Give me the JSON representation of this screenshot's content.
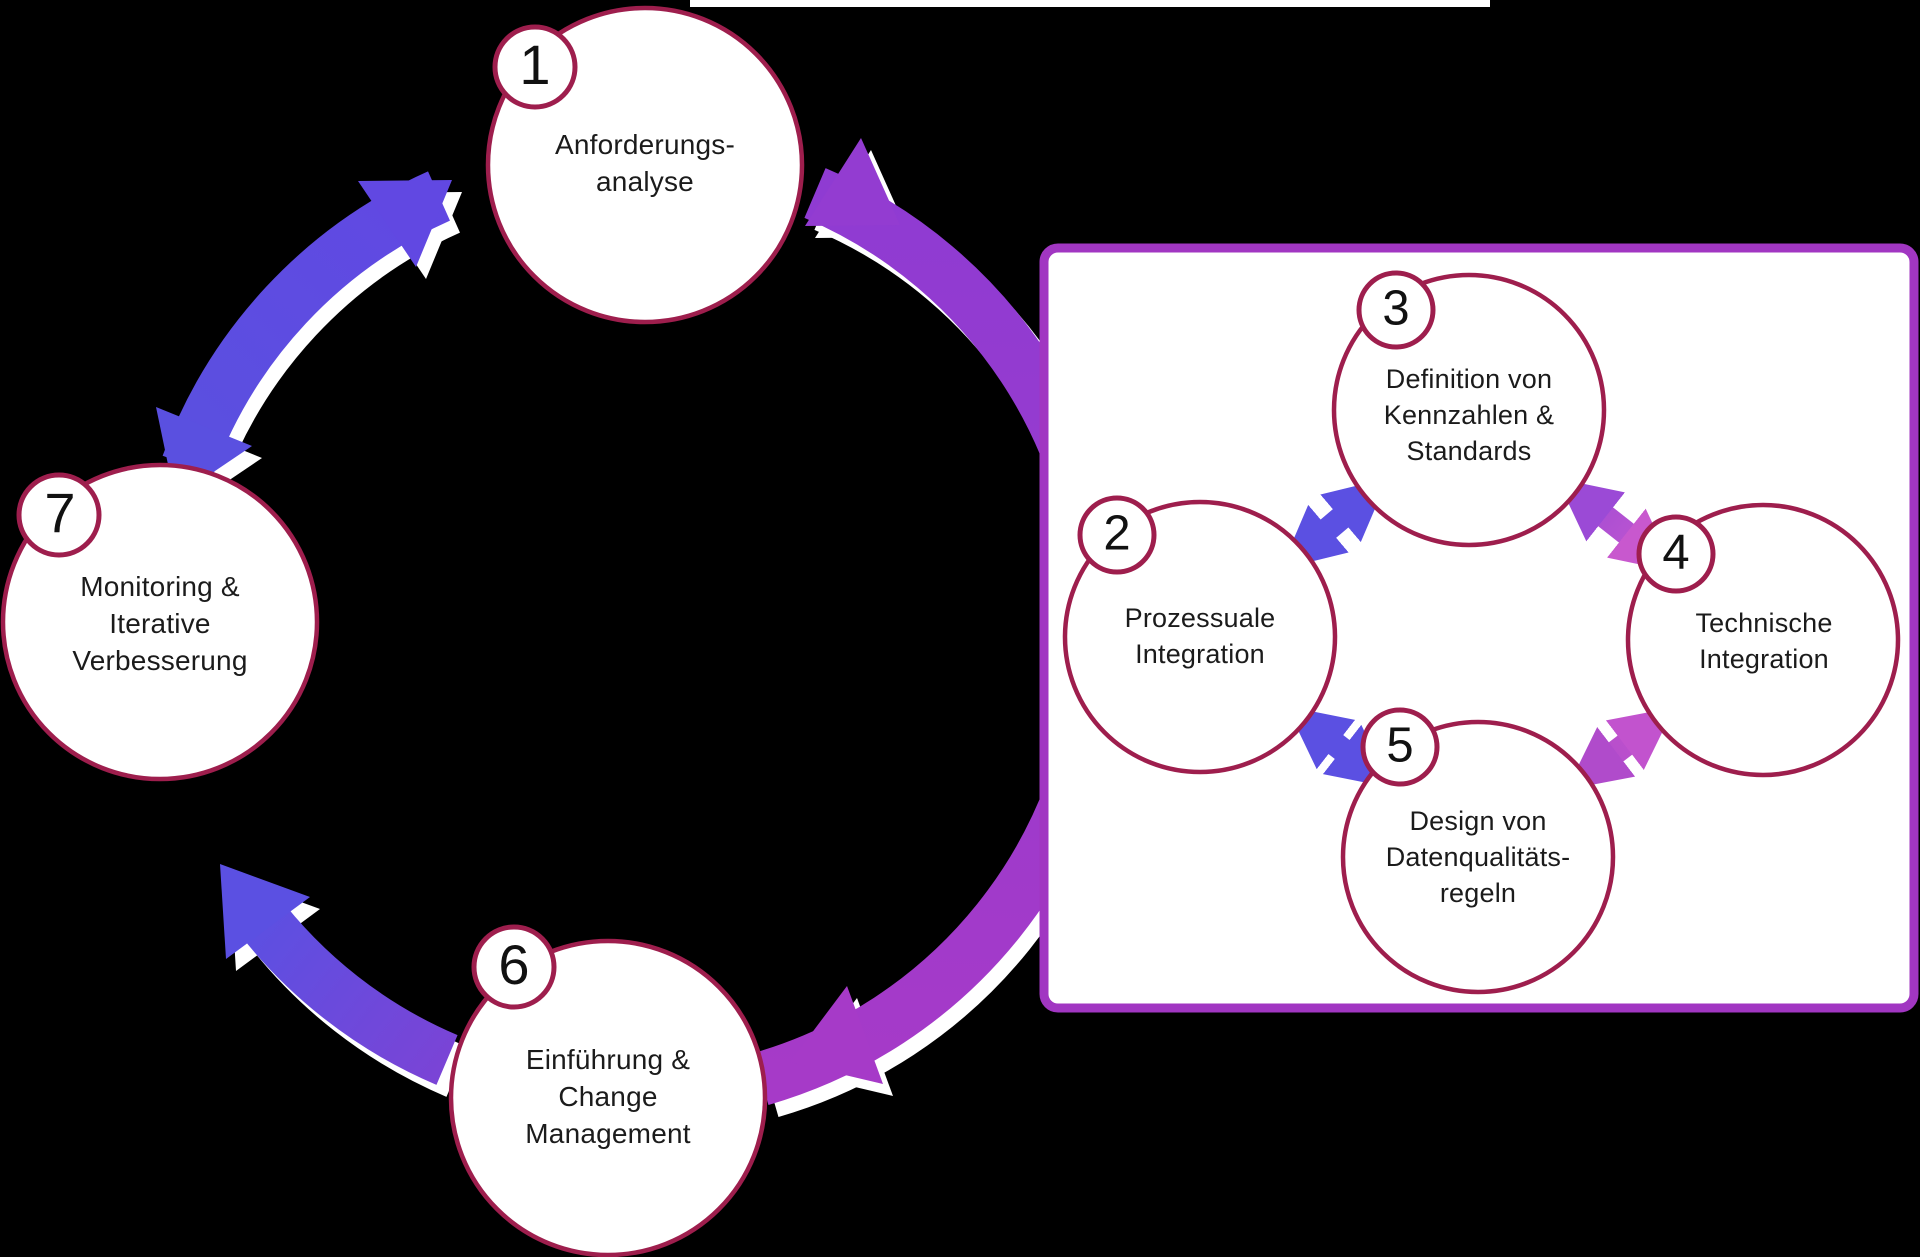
{
  "diagram": {
    "type": "process-cycle",
    "background": "#000000",
    "colors": {
      "circle_fill": "#FFFFFF",
      "circle_border": "#9E1E4D",
      "box_border": "#A136C2",
      "box_fill": "#FFFFFF",
      "arrow_indigo": "#5B50E2",
      "arrow_purple": "#9C3AC8",
      "arrow_orchid": "#BB4ECB",
      "text": "#1B1B1B"
    },
    "main_cycle": {
      "steps": [
        {
          "number": "1",
          "lines": [
            "Anforderungs-",
            "analyse"
          ]
        },
        {
          "number": "6",
          "lines": [
            "Einführung &",
            "Change",
            "Management"
          ]
        },
        {
          "number": "7",
          "lines": [
            "Monitoring &",
            "Iterative",
            "Verbesserung"
          ]
        }
      ]
    },
    "sub_process": {
      "steps": [
        {
          "number": "2",
          "lines": [
            "Prozessuale",
            "Integration"
          ]
        },
        {
          "number": "3",
          "lines": [
            "Definition von",
            "Kennzahlen &",
            "Standards"
          ]
        },
        {
          "number": "4",
          "lines": [
            "Technische",
            "Integration"
          ]
        },
        {
          "number": "5",
          "lines": [
            "Design von",
            "Datenqualitäts-",
            "regeln"
          ]
        }
      ]
    }
  }
}
